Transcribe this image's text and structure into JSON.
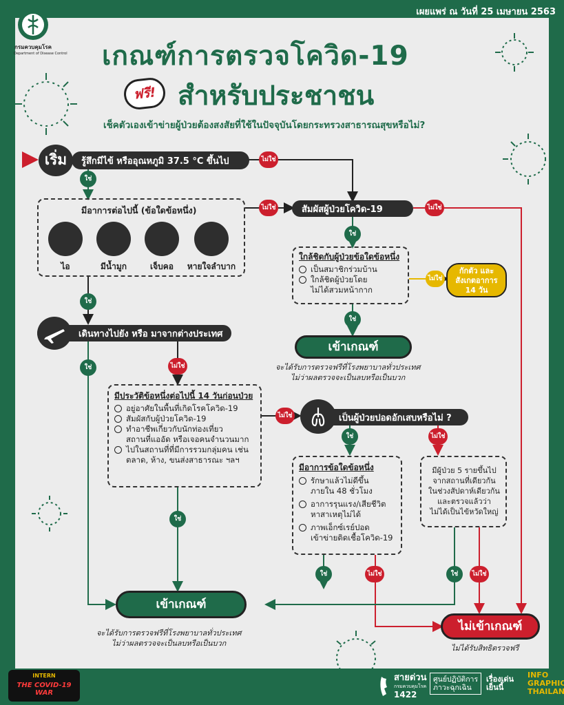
{
  "header": {
    "date": "เผยแพร่ ณ วันที่ 25 เมษายน 2563",
    "logo_title": "กรมควบคุมโรค",
    "logo_sub": "Department of Disease Control",
    "title_line1": "เกณฑ์การตรวจโควิด-19",
    "free_badge": "ฟรี!",
    "title_line2": "สำหรับประชาชน",
    "subtitle": "เช็คตัวเองเข้าข่ายผู้ป่วยต้องสงสัยที่ใช้ในปัจจุบันโดยกระทรวงสาธารณสุขหรือไม่?"
  },
  "flow": {
    "start": "เริ่ม",
    "q_fever": "รู้สึกมีไข้  หรืออุณหภูมิ 37.5 °C ขึ้นไป",
    "symptoms_title": "มีอาการต่อไปนี้ (ข้อใดข้อหนึ่ง)",
    "symptoms": [
      "ไอ",
      "มีน้ำมูก",
      "เจ็บคอ",
      "หายใจลำบาก"
    ],
    "q_contact": "สัมผัสผู้ป่วยโควิด-19",
    "close_title": "ใกล้ชิดกับผู้ป่วยข้อใดข้อหนึ่ง",
    "close_opts": [
      "เป็นสมาชิกร่วมบ้าน",
      "ใกล้ชิดผู้ป่วยโดย\nไม่ได้สวมหน้ากาก"
    ],
    "isolate": "กักตัว และ\nสังเกตอาการ\n14 วัน",
    "q_travel": "เดินทางไปยัง หรือ มาจากต่างประเทศ",
    "history_title": "มีประวัติข้อหนึ่งต่อไปนี้ 14 วันก่อนป่วย",
    "history_opts": [
      "อยู่อาศัยในพื้นที่เกิดโรคโควิด-19",
      "สัมผัสกับผู้ป่วยโควิด-19",
      "ทำอาชีพเกี่ยวกับนักท่องเที่ยว\nสถานที่แออัด หรือเจอคนจำนวนมาก",
      "ไปในสถานที่ที่มีการรวมกลุ่มคน เช่น\nตลาด, ห้าง, ขนส่งสาธารณะ ฯลฯ"
    ],
    "q_pneumonia": "เป็นผู้ป่วยปอดอักเสบหรือไม่ ?",
    "pn_title": "มีอาการข้อใดข้อหนึ่ง",
    "pn_opts": [
      "รักษาแล้วไม่ดีขึ้น\nภายใน 48 ชั่วโมง",
      "อาการรุนแรง/เสียชีวิต\nหาสาเหตุไม่ได้",
      "ภาพเอ็กซ์เรย์ปอด\nเข้าข่ายติดเชื้อโควิด-19"
    ],
    "cluster": "มีผู้ป่วย 5 รายขึ้นไป\nจากสถานที่เดียวกัน\nในช่วงสัปดาห์เดียวกัน\nและตรวจแล้วว่า\nไม่ได้เป็นไข้หวัดใหญ่",
    "yes": "ใช่",
    "no": "ไม่ใช่",
    "eligible": "เข้าเกณฑ์",
    "eligible_note": "จะได้รับการตรวจฟรีที่โรงพยาบาลทั่วประเทศ\nไม่ว่าผลตรวจจะเป็นลบหรือเป็นบวก",
    "not_eligible": "ไม่เข้าเกณฑ์",
    "not_eligible_note": "ไม่ได้รับสิทธิตรวจฟรี"
  },
  "footer": {
    "badge_top": "INTERN",
    "badge_main": "THE COVID-19 WAR",
    "hotline_label": "สายด่วน",
    "hotline_sub": "กรมควบคุมโรค",
    "hotline_number": "1422",
    "center": "ศูนย์ปฏิบัติการ\nภาวะฉุกเฉิน",
    "brand1": "เรื่องเด่นเย็นนี้",
    "brand2": "INFO\nGRAPHIC\nTHAILAND"
  }
}
